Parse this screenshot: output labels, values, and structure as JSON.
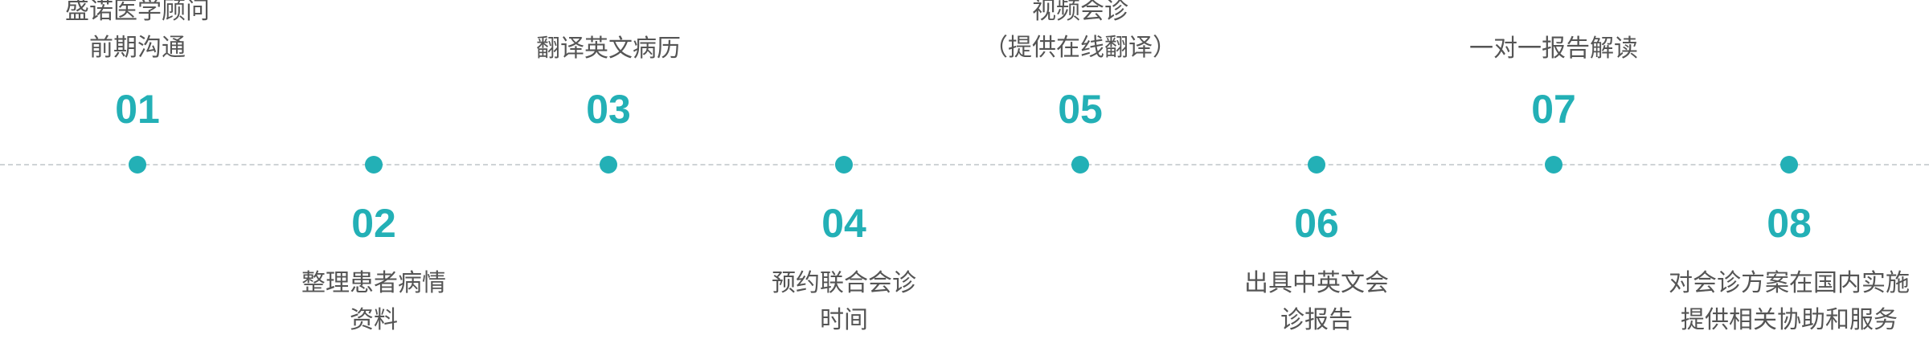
{
  "steps": [
    {
      "num": "01",
      "lines": [
        "盛诺医学顾问",
        "前期沟通"
      ]
    },
    {
      "num": "02",
      "lines": [
        "整理患者病情",
        "资料"
      ]
    },
    {
      "num": "03",
      "lines": [
        "翻译英文病历"
      ]
    },
    {
      "num": "04",
      "lines": [
        "预约联合会诊",
        "时间"
      ]
    },
    {
      "num": "05",
      "lines": [
        "视频会诊",
        "（提供在线翻译）"
      ]
    },
    {
      "num": "06",
      "lines": [
        "出具中英文会",
        "诊报告"
      ]
    },
    {
      "num": "07",
      "lines": [
        "一对一报告解读"
      ]
    },
    {
      "num": "08",
      "lines": [
        "对会诊方案在国内实施",
        "提供相关协助和服务"
      ]
    }
  ],
  "colors": {
    "accent": "#23b0b6",
    "text": "#555555",
    "axis": "#cfd3d6"
  }
}
